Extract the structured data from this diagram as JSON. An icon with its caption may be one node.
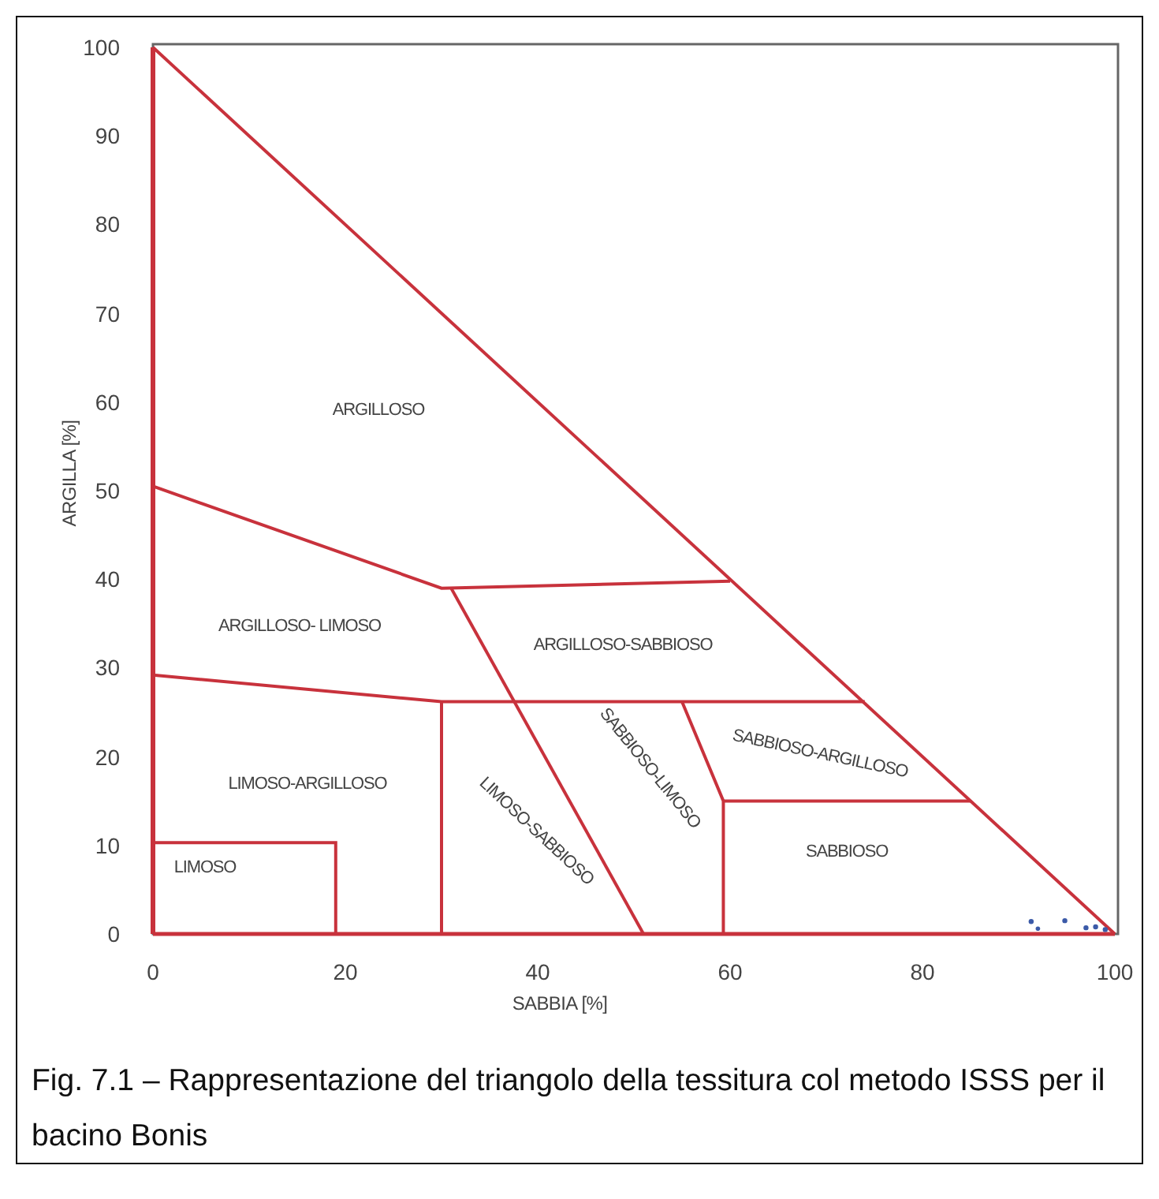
{
  "diagram": {
    "caption": "Fig. 7.1 – Rappresentazione del triangolo della tessitura col metodo ISSS per il bacino Bonis",
    "labels": [
      "100",
      "90",
      "80",
      "70",
      "60",
      "50",
      "40",
      "30",
      "20",
      "10",
      "0",
      "ARGILLA  [%]",
      "ARGILLOSO",
      "ARGILLOSO- LIMOSO",
      "ARGILLOSO-SABBIOSO",
      "LIMOSO-ARGILLOSO",
      "LIMOSO",
      "LIMOSO-SABBIOSO",
      "SABBIOSO-LIMOSO",
      "SABBIOSO-ARGILLOSO",
      "SABBIOSO",
      "0",
      "20",
      "40",
      "60",
      "80",
      "100",
      "SABBIA [%]"
    ]
  }
}
